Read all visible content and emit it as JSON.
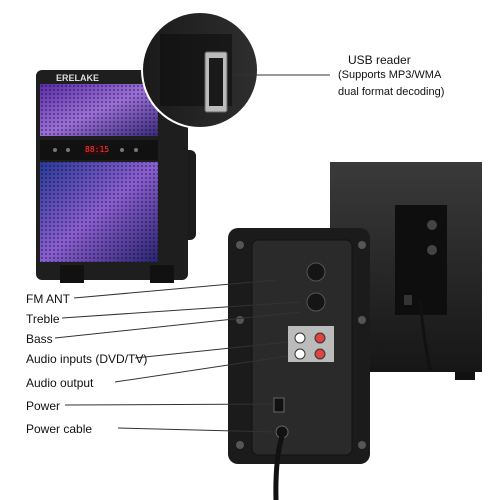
{
  "brand_logo": "ERELAKE",
  "display_readout": "88:15",
  "usb_callout": {
    "title": "USB reader",
    "desc_line1": "(Supports MP3/WMA",
    "desc_line2": "dual format decoding)"
  },
  "port_labels": [
    "FM ANT",
    "Treble",
    "Bass",
    "Audio inputs (DVD/TV)",
    "Audio output",
    "Power",
    "Power cable"
  ]
}
